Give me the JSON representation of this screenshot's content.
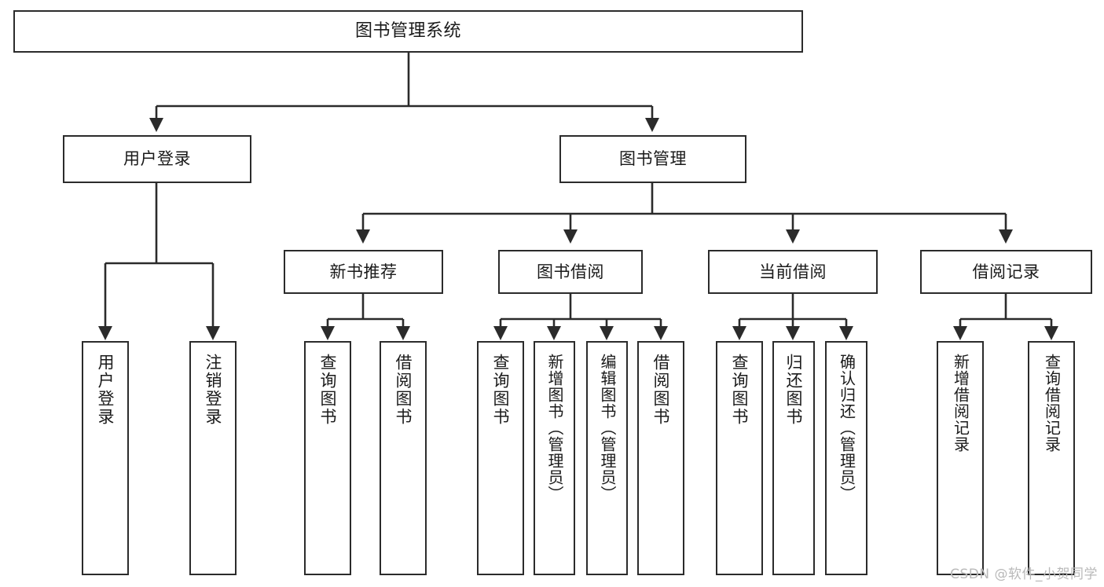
{
  "diagram": {
    "title": "图书管理系统",
    "type": "tree",
    "colors": {
      "box_border": "#2b2b2b",
      "box_fill": "#ffffff",
      "edge": "#2b2b2b",
      "background": "#ffffff",
      "watermark": "#b9b9b9"
    },
    "nodes": {
      "root": "图书管理系统",
      "level2": [
        "用户登录",
        "图书管理"
      ],
      "level3": [
        "新书推荐",
        "图书借阅",
        "当前借阅",
        "借阅记录"
      ],
      "leaves": {
        "user_login": [
          "用户登录",
          "注销登录"
        ],
        "new_book_recommend": [
          "查询图书",
          "借阅图书"
        ],
        "book_borrow": [
          "查询图书",
          "新增图书（管理员）",
          "编辑图书（管理员）",
          "借阅图书"
        ],
        "current_borrow": [
          "查询图书",
          "归还图书",
          "确认归还（管理员）"
        ],
        "borrow_record": [
          "新增借阅记录",
          "查询借阅记录"
        ]
      }
    }
  },
  "watermark": "CSDN @软件_小贺同学"
}
